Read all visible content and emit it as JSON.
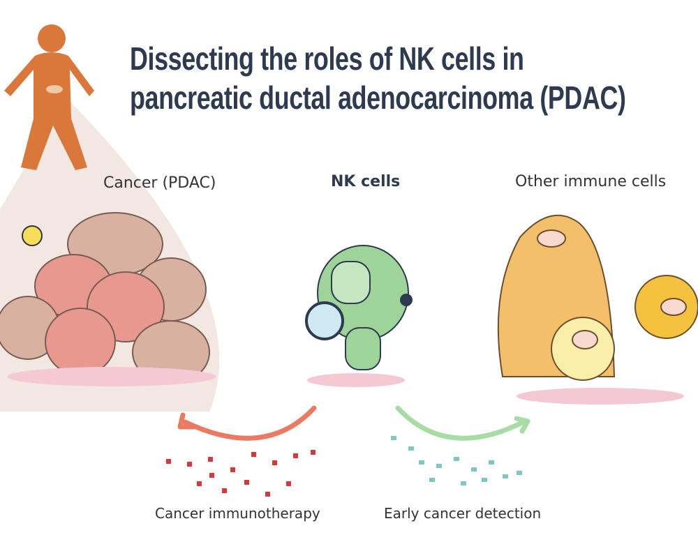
{
  "title": {
    "line1": "Dissecting the roles of NK cells in",
    "line2": "pancreatic ductal adenocarcinoma (PDAC)"
  },
  "labels": {
    "cancer": "Cancer (PDAC)",
    "nk_cells": "NK cells",
    "other_immune": "Other immune cells",
    "immunotherapy": "Cancer immunotherapy",
    "detection": "Early cancer detection"
  },
  "colors": {
    "title": "#2d3a4f",
    "human": "#d9783a",
    "tumor": "#e8998f",
    "nk_cell": "#9ed39a",
    "left_arrow": "#ec7a62",
    "right_arrow": "#a8dca4"
  }
}
